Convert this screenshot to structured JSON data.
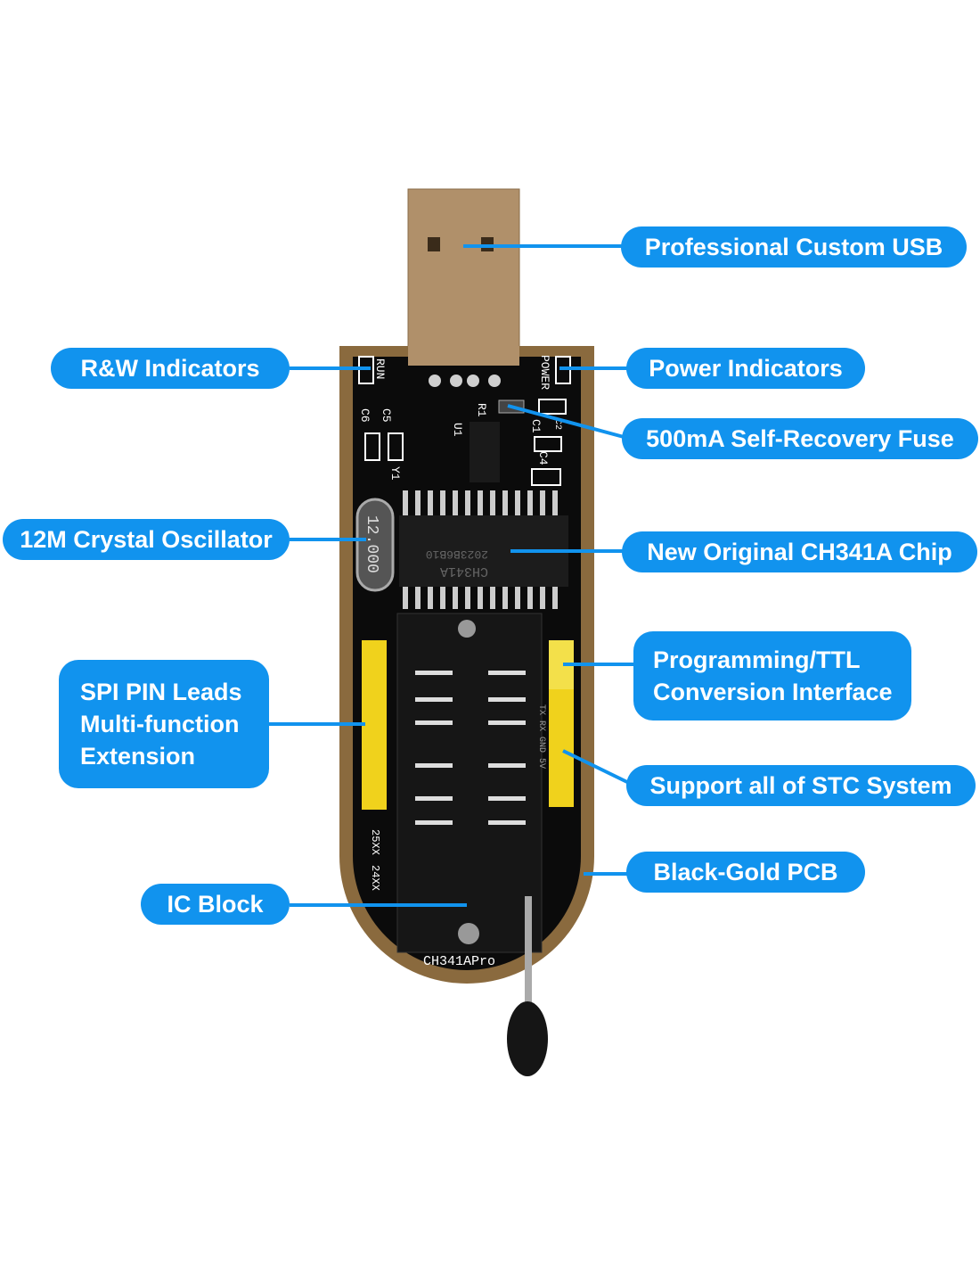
{
  "labels": {
    "usb": "Professional Custom USB",
    "rw_indicators": "R&W Indicators",
    "power_indicators": "Power Indicators",
    "fuse": "500mA Self-Recovery Fuse",
    "crystal": "12M Crystal Oscillator",
    "chip": "New Original CH341A Chip",
    "spi_line1": "SPI PIN Leads",
    "spi_line2": "Multi-function",
    "spi_line3": "Extension",
    "ttl_line1": "Programming/TTL",
    "ttl_line2": "Conversion Interface",
    "stc": "Support all of STC System",
    "pcb": "Black-Gold PCB",
    "ic_block": "IC Block"
  },
  "silkscreen": {
    "run": "RUN",
    "power": "POWER",
    "c6": "C6",
    "c5": "C5",
    "u1": "U1",
    "r1": "R1",
    "y1": "Y1",
    "c1": "C1",
    "c2": "C2",
    "c4": "C4",
    "crystal_value": "12.000",
    "chip_name": "CH341A",
    "chip_code": "2023B6B10",
    "board_name": "CH341APro",
    "eeprom_25": "25XX",
    "eeprom_24": "24XX",
    "ttl_pins": "TX RX GND 5V"
  },
  "colors": {
    "accent": "#1193ee",
    "pcb_gold": "#8a6a3e",
    "pcb_black": "#0b0b0b",
    "pin_yellow": "#f0d21c"
  }
}
